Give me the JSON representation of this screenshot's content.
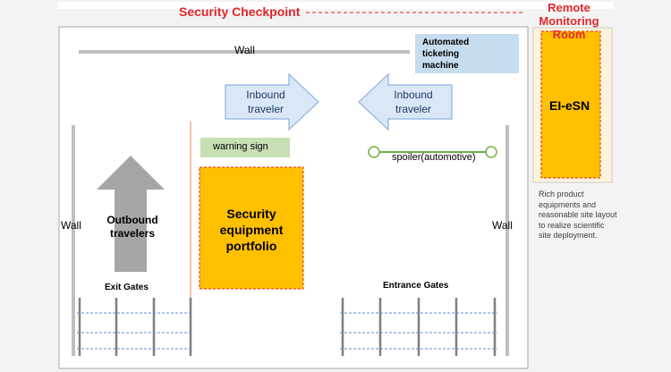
{
  "title": "Security Checkpoint",
  "remote_room": {
    "label": "Remote Monitoring Room",
    "device": "EI-eSN"
  },
  "walls": {
    "top": "Wall",
    "left": "Wall",
    "right": "Wall"
  },
  "ticketing_machine": "Automated ticketing machine",
  "inbound_left": "Inbound traveler",
  "inbound_right": "Inbound traveler",
  "warning_sign": "warning sign",
  "spoiler": "spoiler(automotive)",
  "outbound": "Outbound travelers",
  "security_equipment": "Security equipment portfolio",
  "exit_gates": "Exit Gates",
  "entrance_gates": "Entrance Gates",
  "description": "Rich product equipments and reasonable site layout to realize scientific site deployment.",
  "colors": {
    "title_red": "#e0262b",
    "orange_fill": "#ffc000",
    "dashed_red": "#e0262b",
    "blue_arrow_fill": "#dae7f6",
    "blue_arrow_stroke": "#8fb2dc",
    "ticket_fill": "#c6dcef",
    "warning_fill": "#c6e0b4",
    "spoiler_green": "#70ad47",
    "outbound_arrow": "#a6a6a6",
    "gate_blue": "#5b8fd6"
  }
}
